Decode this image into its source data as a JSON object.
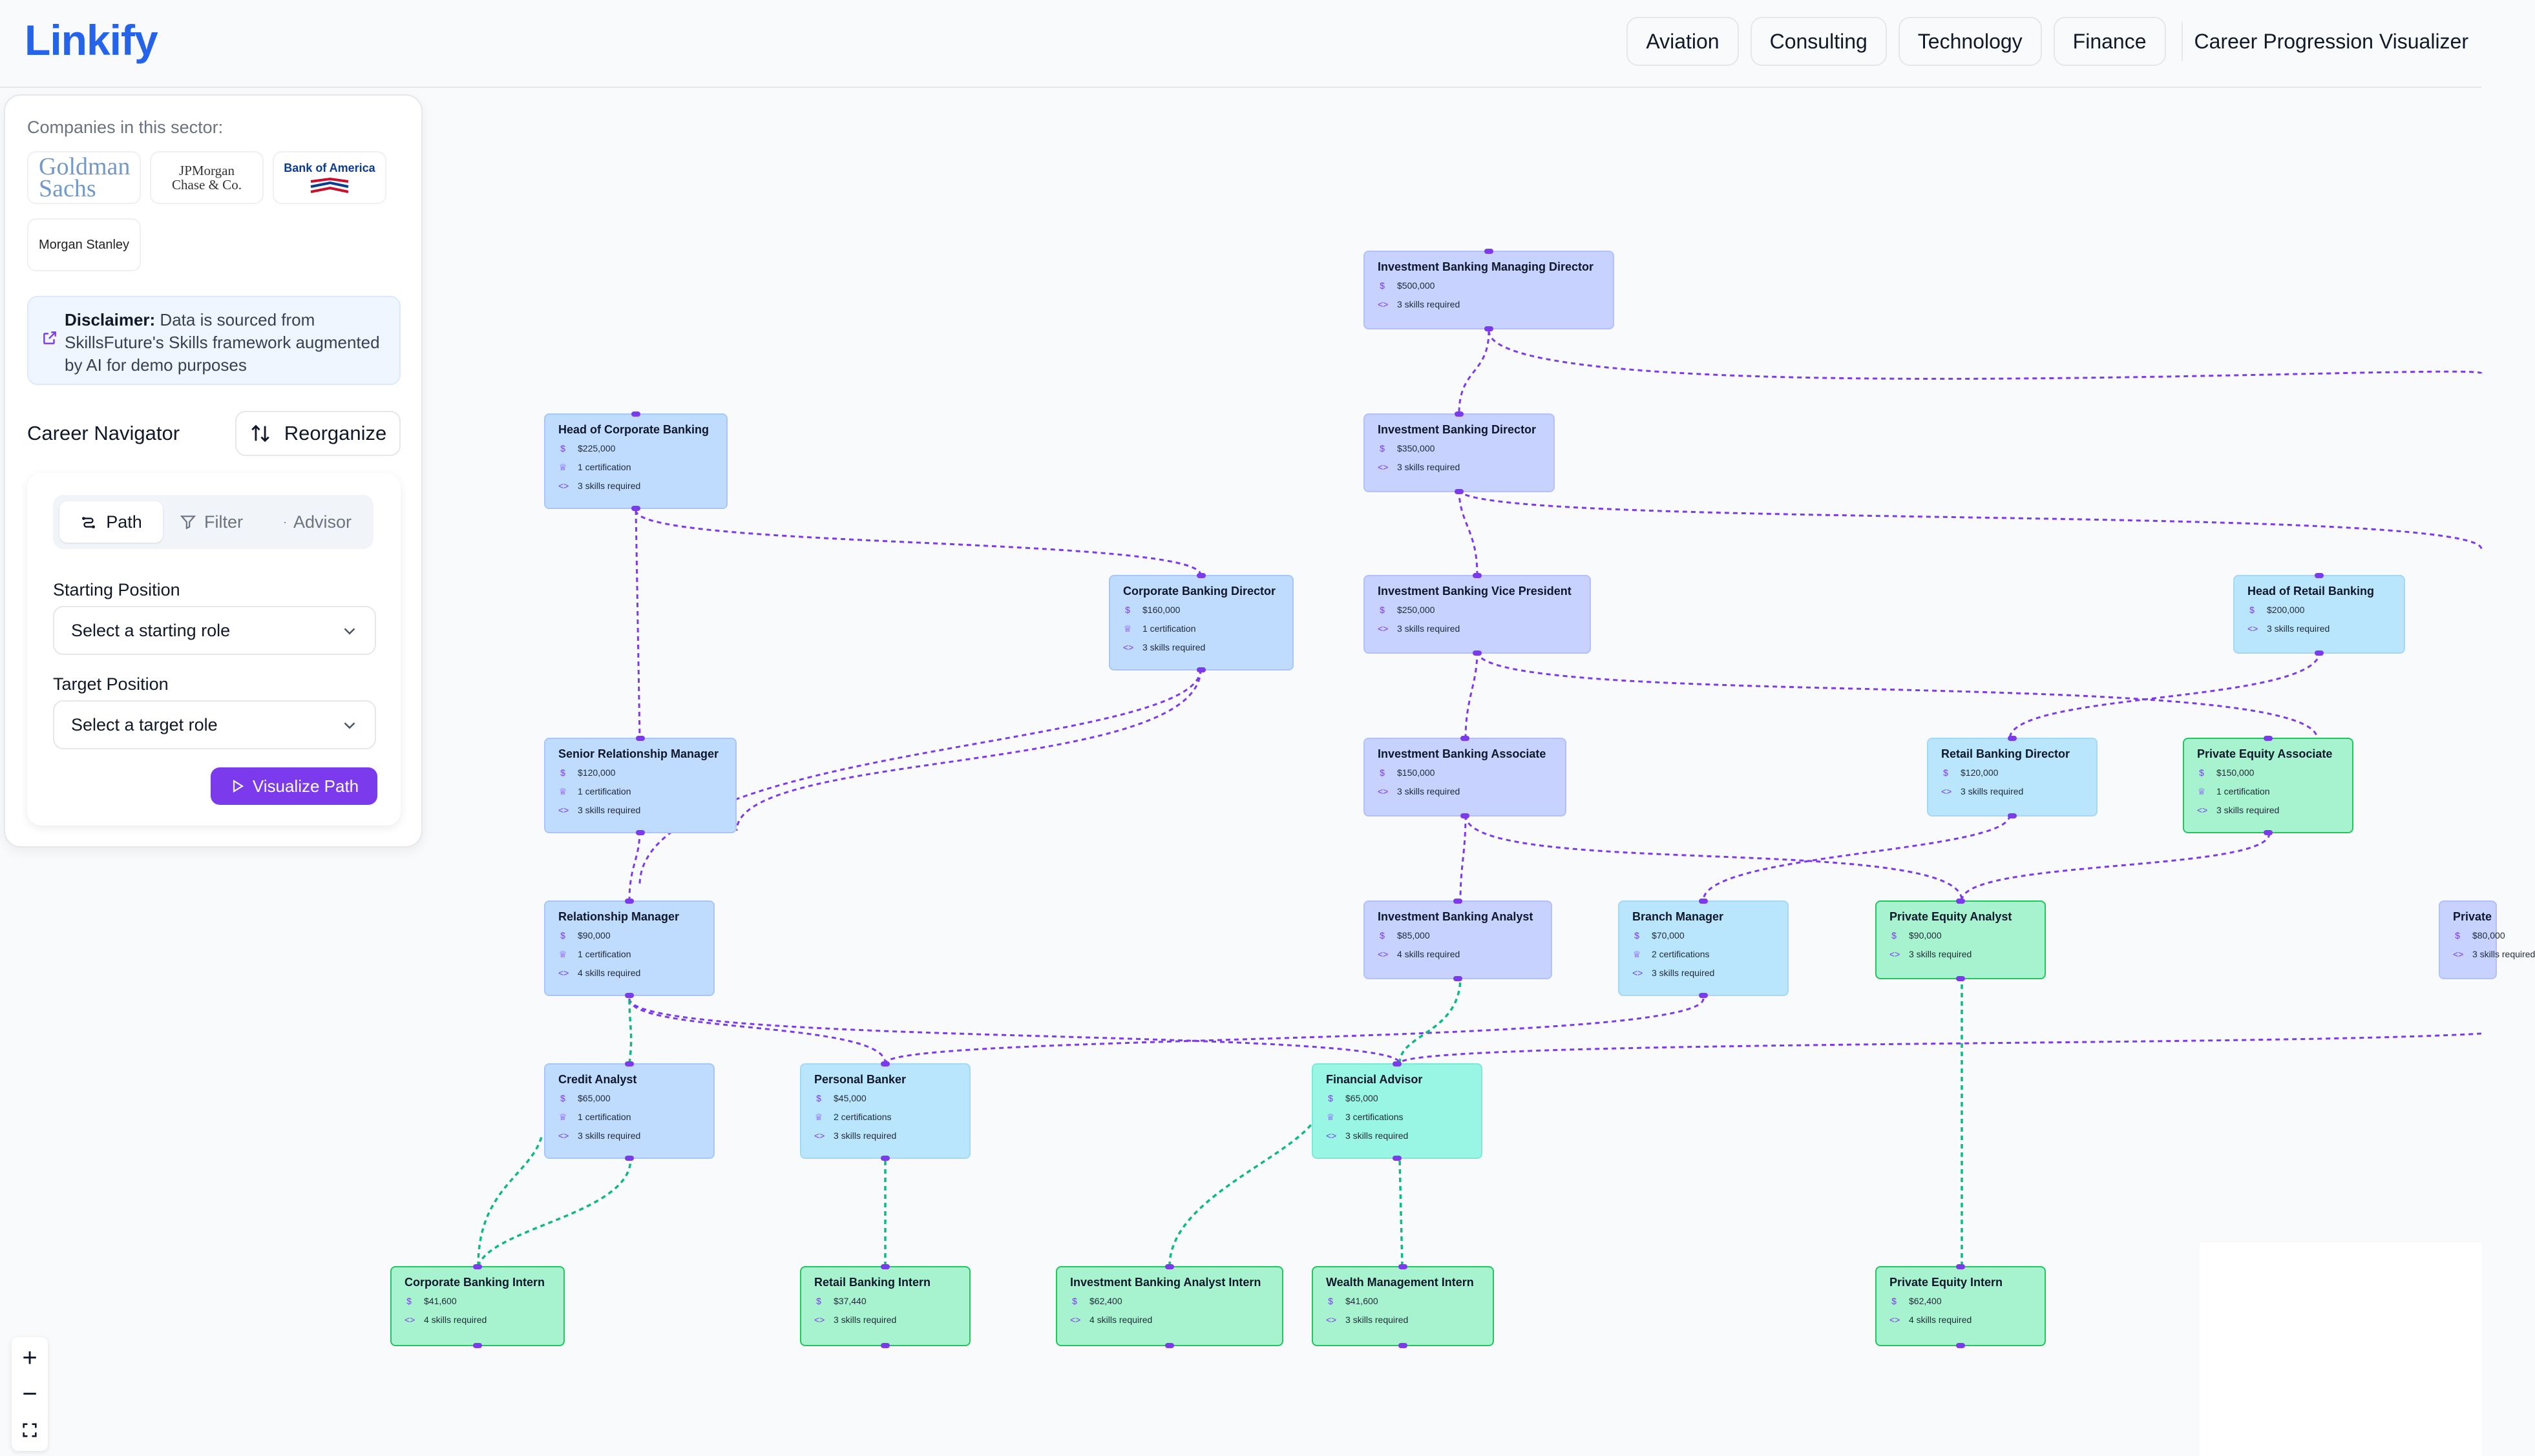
{
  "app": {
    "name": "Linkify"
  },
  "header": {
    "nav": [
      "Aviation",
      "Consulting",
      "Technology",
      "Finance"
    ],
    "title": "Career Progression Visualizer"
  },
  "sidebar": {
    "companies_label": "Companies in this sector:",
    "companies": [
      {
        "name": "Goldman Sachs",
        "logo_text": "Goldman Sachs"
      },
      {
        "name": "J.P. Morgan Chase & Co.",
        "logo_text": "JPMorgan Chase & Co."
      },
      {
        "name": "Bank of America",
        "logo_text": "Bank of America"
      },
      {
        "name": "Morgan Stanley",
        "logo_text": "Morgan Stanley"
      }
    ],
    "disclaimer_label": "Disclaimer:",
    "disclaimer_text": "Data is sourced from SkillsFuture's Skills framework augmented by AI for demo purposes",
    "navigator_title": "Career Navigator",
    "reorganize_label": "Reorganize",
    "tabs": [
      "Path",
      "Filter",
      "Advisor"
    ],
    "starting_label": "Starting Position",
    "starting_placeholder": "Select a starting role",
    "target_label": "Target Position",
    "target_placeholder": "Select a target role",
    "visualize_label": "Visualize Path"
  },
  "colors": {
    "brand": "#2563eb",
    "accent": "#7c3aed",
    "edge_purple": "#7c3aed",
    "edge_green": "#10b981"
  },
  "nodes": [
    {
      "id": "ibmd",
      "title": "Investment Banking Managing Director",
      "salary": "$500,000",
      "skills": "3 skills required",
      "color": "indigo"
    },
    {
      "id": "hcb",
      "title": "Head of Corporate Banking",
      "salary": "$225,000",
      "cert": "1 certification",
      "skills": "3 skills required",
      "color": "blue"
    },
    {
      "id": "ibd",
      "title": "Investment Banking Director",
      "salary": "$350,000",
      "skills": "3 skills required",
      "color": "indigo"
    },
    {
      "id": "cbd",
      "title": "Corporate Banking Director",
      "salary": "$160,000",
      "cert": "1 certification",
      "skills": "3 skills required",
      "color": "blue"
    },
    {
      "id": "ibvp",
      "title": "Investment Banking Vice President",
      "salary": "$250,000",
      "skills": "3 skills required",
      "color": "indigo"
    },
    {
      "id": "hrb",
      "title": "Head of Retail Banking",
      "salary": "$200,000",
      "skills": "3 skills required",
      "color": "sky"
    },
    {
      "id": "srm",
      "title": "Senior Relationship Manager",
      "salary": "$120,000",
      "cert": "1 certification",
      "skills": "3 skills required",
      "color": "blue"
    },
    {
      "id": "iba",
      "title": "Investment Banking Associate",
      "salary": "$150,000",
      "skills": "3 skills required",
      "color": "indigo"
    },
    {
      "id": "rbd",
      "title": "Retail Banking Director",
      "salary": "$120,000",
      "skills": "3 skills required",
      "color": "sky"
    },
    {
      "id": "pea",
      "title": "Private Equity Associate",
      "salary": "$150,000",
      "cert": "1 certification",
      "skills": "3 skills required",
      "color": "green"
    },
    {
      "id": "rm",
      "title": "Relationship Manager",
      "salary": "$90,000",
      "cert": "1 certification",
      "skills": "4 skills required",
      "color": "blue"
    },
    {
      "id": "ibanalyst",
      "title": "Investment Banking Analyst",
      "salary": "$85,000",
      "skills": "4 skills required",
      "color": "indigo"
    },
    {
      "id": "bm",
      "title": "Branch Manager",
      "salary": "$70,000",
      "cert": "2 certifications",
      "skills": "3 skills required",
      "color": "sky"
    },
    {
      "id": "pean",
      "title": "Private Equity Analyst",
      "salary": "$90,000",
      "skills": "3 skills required",
      "color": "green"
    },
    {
      "id": "priv",
      "title": "Private",
      "salary": "$80,000",
      "skills": "3 skills required",
      "color": "indigo"
    },
    {
      "id": "ca",
      "title": "Credit Analyst",
      "salary": "$65,000",
      "cert": "1 certification",
      "skills": "3 skills required",
      "color": "blue"
    },
    {
      "id": "pb",
      "title": "Personal Banker",
      "salary": "$45,000",
      "cert": "2 certifications",
      "skills": "3 skills required",
      "color": "sky"
    },
    {
      "id": "fa",
      "title": "Financial Advisor",
      "salary": "$65,000",
      "cert": "3 certifications",
      "skills": "3 skills required",
      "color": "teal"
    },
    {
      "id": "cbi",
      "title": "Corporate Banking Intern",
      "salary": "$41,600",
      "skills": "4 skills required",
      "color": "green"
    },
    {
      "id": "rbi",
      "title": "Retail Banking Intern",
      "salary": "$37,440",
      "skills": "3 skills required",
      "color": "green"
    },
    {
      "id": "ibai",
      "title": "Investment Banking Analyst Intern",
      "salary": "$62,400",
      "skills": "4 skills required",
      "color": "green"
    },
    {
      "id": "wmi",
      "title": "Wealth Management Intern",
      "salary": "$41,600",
      "skills": "3 skills required",
      "color": "green"
    },
    {
      "id": "pei",
      "title": "Private Equity Intern",
      "salary": "$62,400",
      "skills": "4 skills required",
      "color": "green"
    }
  ],
  "zoom_controls": {
    "zoom_in": "+",
    "zoom_out": "−"
  }
}
